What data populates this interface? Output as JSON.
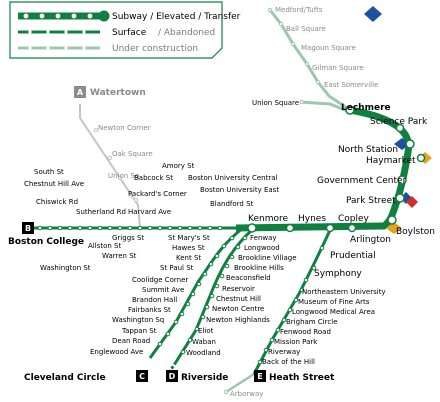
{
  "colors": {
    "line": "#108040",
    "underConstruction": "#9cc9ac",
    "abandoned": "#c4c4c4",
    "blueLine": "#1f4fa0",
    "orangeLine": "#e8a020",
    "redLine": "#d0302a"
  },
  "legend": {
    "subway": "Subway / Elevated / Transfer",
    "surface": "Surface",
    "abandoned": "/ Abandoned",
    "construction": "Under construction"
  },
  "branches": {
    "A": {
      "letter": "A",
      "name": "Watertown"
    },
    "B": {
      "letter": "B",
      "name": "Boston College"
    },
    "C": {
      "letter": "C",
      "name": "Cleveland Circle"
    },
    "D": {
      "letter": "D",
      "name": "Riverside"
    },
    "E": {
      "letter": "E",
      "name": "Heath Street"
    }
  },
  "glx": [
    "Medford/Tufts",
    "Ball Square",
    "Magoun Square",
    "Gilman Square",
    "East Somerville",
    "Union Square"
  ],
  "trunk": [
    "Lechmere",
    "Science Park",
    "North Station",
    "Haymarket",
    "Government Center",
    "Park Street",
    "Boylston",
    "Arlington",
    "Copley",
    "Hynes",
    "Kenmore"
  ],
  "watertown": [
    "Newton Corner",
    "Oak Square",
    "Union Sq",
    "Packard's Corner"
  ],
  "bBranch": [
    "South St",
    "Chestnut Hill Ave",
    "Chiswick Rd",
    "Sutherland Rd",
    "Washington St",
    "Griggs St",
    "Allston St",
    "Warren St",
    "Harvard Ave",
    "Babcock St",
    "Amory St",
    "Boston University Central",
    "Boston University East",
    "Blandford St"
  ],
  "cBranch": [
    "St Mary's St",
    "Hawes St",
    "Kent St",
    "St Paul St",
    "Coolidge Corner",
    "Summit Ave",
    "Brandon Hall",
    "Fairbanks St",
    "Washington Sq",
    "Tappan St",
    "Dean Road",
    "Englewood Ave"
  ],
  "dBranch": [
    "Fenway",
    "Longwood",
    "Brookline Village",
    "Brookline Hills",
    "Beaconsfield",
    "Reservoir",
    "Chestnut Hill",
    "Newton Centre",
    "Newton Highlands",
    "Eliot",
    "Waban",
    "Woodland"
  ],
  "eBranch": [
    "Prudential",
    "Symphony",
    "Northeastern University",
    "Museum of Fine Arts",
    "Longwood Medical Area",
    "Brigham Circle",
    "Fenwood Road",
    "Mission Park",
    "Riverway",
    "Back of the Hill",
    "Arborway"
  ]
}
